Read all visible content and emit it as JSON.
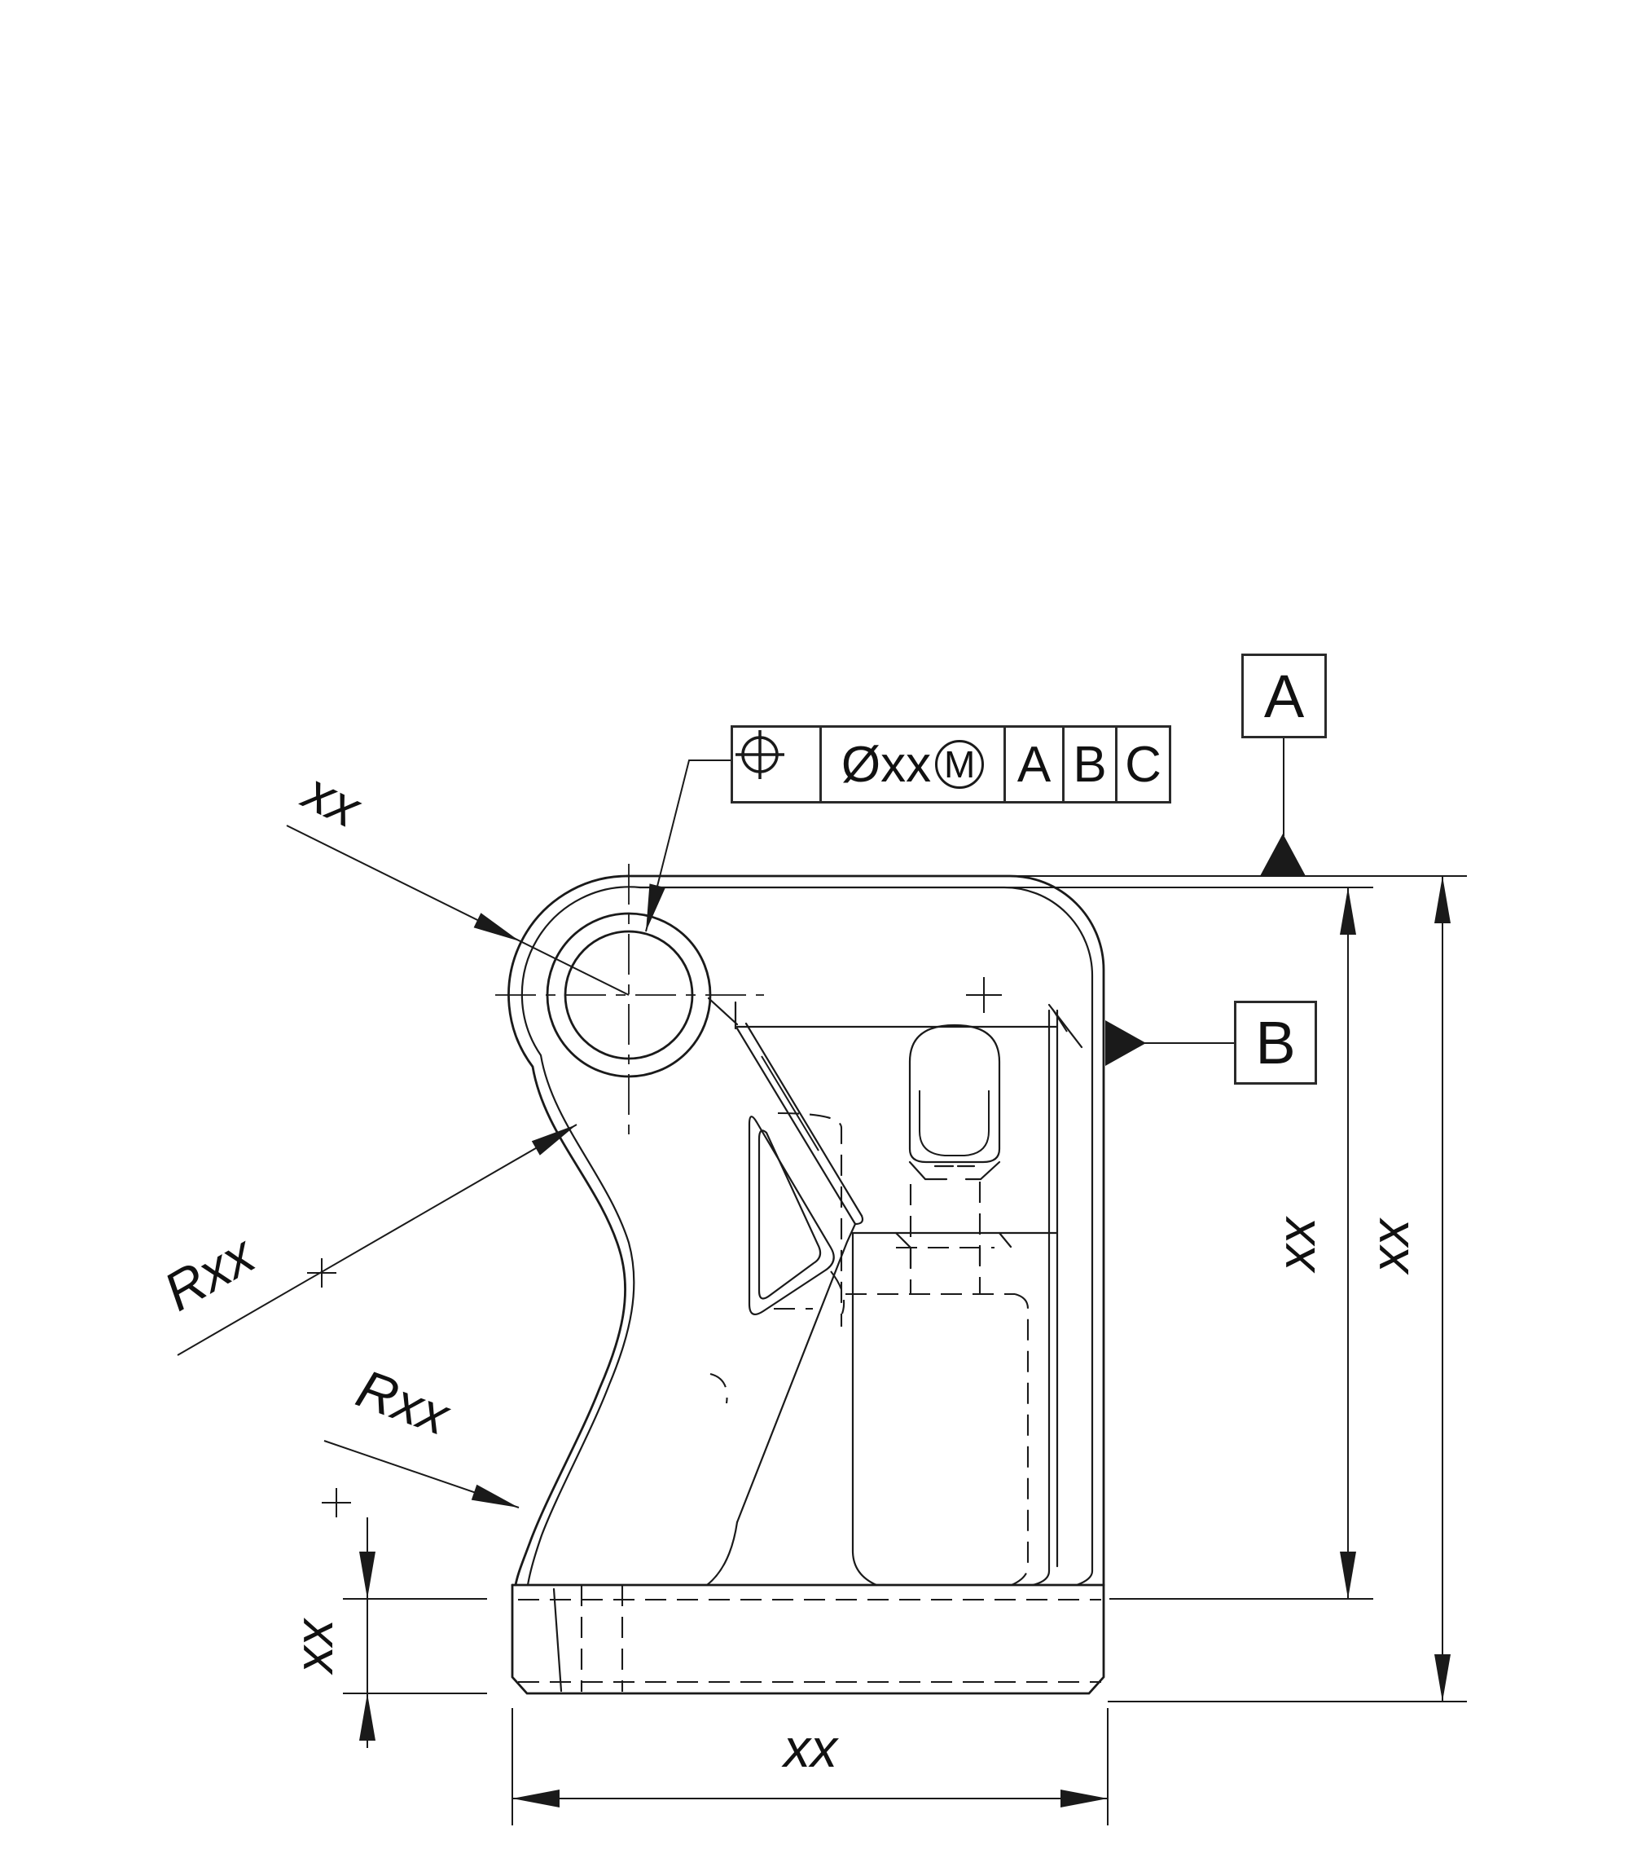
{
  "page": {
    "background": "#ffffff",
    "ink": "#1a1a1a"
  },
  "feature_control_frame": {
    "geometric_symbol": "position",
    "tolerance": "Øxx",
    "material_modifier": "M",
    "primary_datum": "A",
    "secondary_datum": "B",
    "tertiary_datum": "C"
  },
  "datum_features": {
    "a": "A",
    "b": "B"
  },
  "dimensions": {
    "hole_callout": "xx",
    "upper_radius": "Rxx",
    "lower_radius": "Rxx",
    "base_height": "xx",
    "right_inner_height": "xx",
    "right_overall_height": "xx",
    "bottom_width": "xx"
  }
}
